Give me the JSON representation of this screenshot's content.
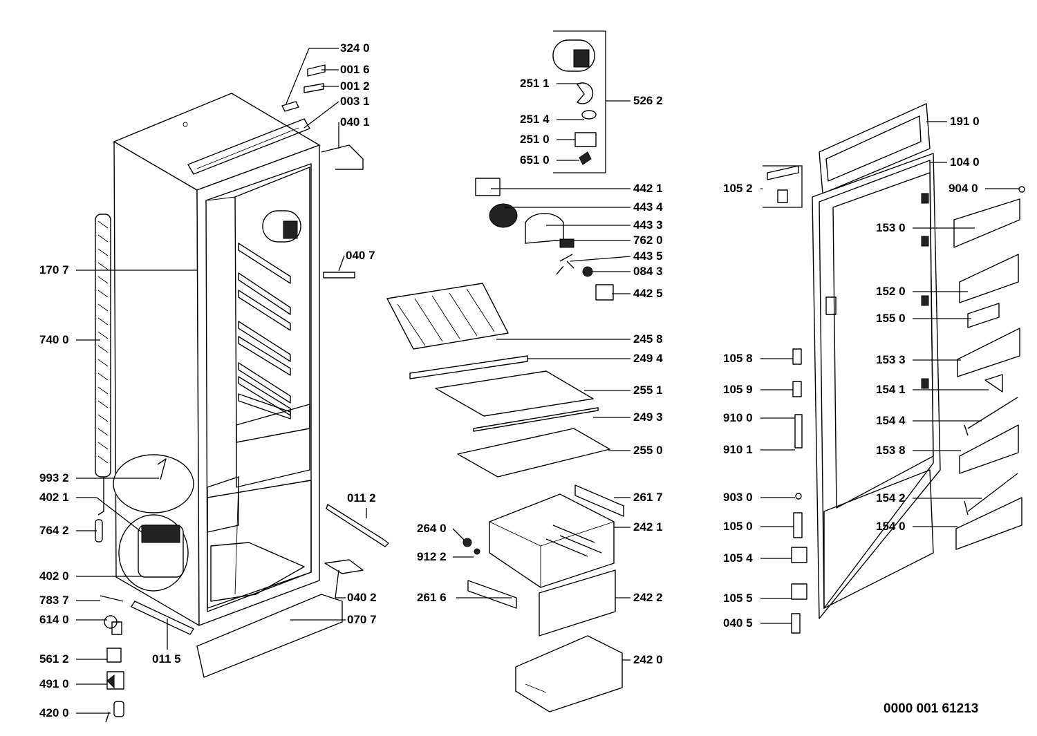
{
  "diagram": {
    "document_number": "0000 001 61213",
    "labels": {
      "p3240": "324 0",
      "p0016": "001 6",
      "p0012": "001 2",
      "p0031": "003 1",
      "p0401": "040 1",
      "p0407": "040 7",
      "p1707": "170 7",
      "p7400": "740 0",
      "p9932": "993 2",
      "p4021": "402 1",
      "p7642": "764 2",
      "p4020": "402 0",
      "p7837": "783 7",
      "p6140": "614 0",
      "p5612": "561 2",
      "p4910": "491 0",
      "p4200": "420 0",
      "p0115": "011 5",
      "p0707": "070 7",
      "p0402": "040 2",
      "p0112": "011 2",
      "p2511": "251 1",
      "p2514": "251 4",
      "p2510": "251 0",
      "p6510": "651 0",
      "p5262": "526 2",
      "p4421": "442 1",
      "p4434": "443 4",
      "p4433": "443 3",
      "p7620": "762 0",
      "p4435": "443 5",
      "p0843": "084 3",
      "p4425": "442 5",
      "p2458": "245 8",
      "p2494": "249 4",
      "p2551": "255 1",
      "p2493": "249 3",
      "p2550": "255 0",
      "p2617": "261 7",
      "p2640": "264 0",
      "p2421": "242 1",
      "p9122": "912 2",
      "p2616": "261 6",
      "p2422": "242 2",
      "p2420": "242 0",
      "p1910": "191 0",
      "p1040": "104 0",
      "p1052": "105 2",
      "p9040": "904 0",
      "p1530": "153 0",
      "p1520": "152 0",
      "p1550": "155 0",
      "p1058": "105 8",
      "p1533": "153 3",
      "p1059": "105 9",
      "p1541": "154 1",
      "p9100": "910 0",
      "p1544": "154 4",
      "p9101": "910 1",
      "p1538": "153 8",
      "p9030": "903 0",
      "p1542": "154 2",
      "p1050": "105 0",
      "p1540": "154 0",
      "p1054": "105 4",
      "p1055": "105 5",
      "p0405": "040 5"
    }
  }
}
